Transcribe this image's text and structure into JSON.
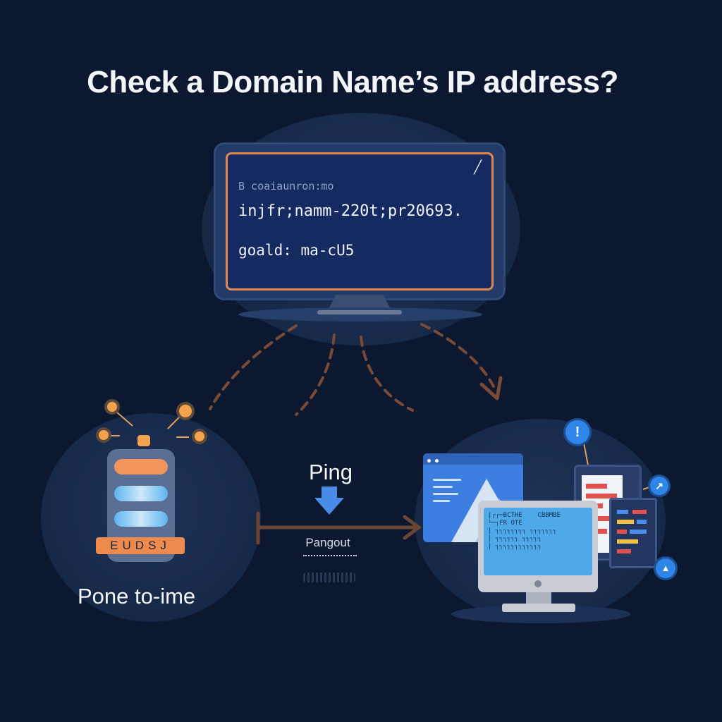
{
  "title": "Check a Domain Name’s IP address?",
  "terminal": {
    "line_small": "B coaiaunron:mo",
    "command": "injfr;namm-220t;pr20693.",
    "result": "goald: ma-cU5",
    "corner_glyph": "╱"
  },
  "server": {
    "label": "EUDSJ"
  },
  "left_caption": "Pone to-ime",
  "ping_label": "Ping",
  "pangout_label": "Pangout",
  "right_icons": {
    "bubble_top": "!",
    "bubble_mid": "↗",
    "bubble_bottom": "▲"
  },
  "pc_screen_lines": [
    "│┌┌─BCTHE    CBBMBE",
    "└─┐FR OTE",
    "│ ┐┐┐┐┐┐┐┐ ┐┐┐┐┐┐┐",
    "│ ┐┐┐┐┐┐ ┐┐┐┐┐",
    "│ ┐┐┐┐┐┐┐┐┐┐┐┐"
  ],
  "colors": {
    "background": "#0b1830",
    "accent_orange": "#e0884f",
    "arrow_brown": "#7a4a34",
    "accent_blue": "#3d7fe0"
  }
}
